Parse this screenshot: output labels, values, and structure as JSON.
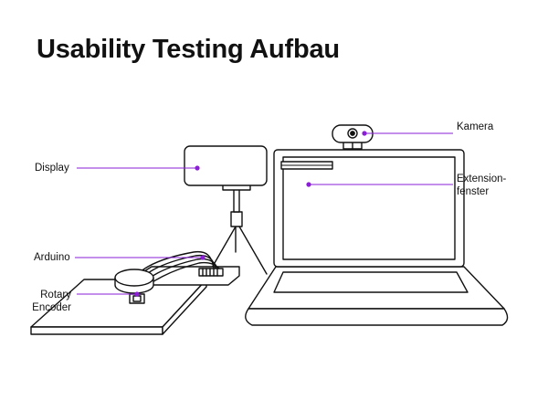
{
  "title": "Usability Testing Aufbau",
  "labels": {
    "display": "Display",
    "arduino": "Arduino",
    "rotary_line1": "Rotary",
    "rotary_line2": "Encoder",
    "kamera": "Kamera",
    "extension_line1": "Extension-",
    "extension_line2": "fenster"
  },
  "colors": {
    "accent": "#8a1fd6",
    "stroke": "#111111",
    "background": "#ffffff"
  }
}
